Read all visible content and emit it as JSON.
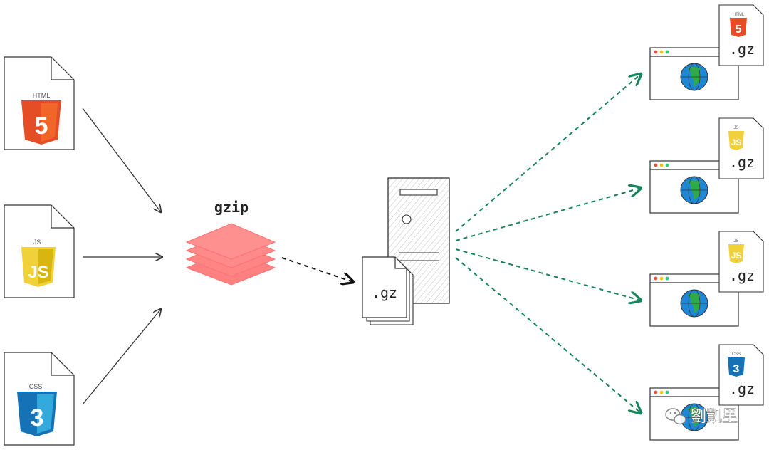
{
  "colors": {
    "html5": "#e44d26",
    "html5_light": "#f16529",
    "js": "#f0d13a",
    "js_dark": "#d9b50f",
    "css3": "#1572b6",
    "css3_light": "#33a9dc",
    "layers": "#ff8080",
    "arrow_green": "#15845a",
    "globe_blue": "#1e88d6",
    "globe_green": "#2faa46"
  },
  "sources": [
    {
      "id": "html",
      "label": "HTML",
      "glyph": "5"
    },
    {
      "id": "js",
      "label": "JS",
      "glyph": "JS"
    },
    {
      "id": "css",
      "label": "CSS",
      "glyph": "3"
    }
  ],
  "compress": {
    "label": "gzip"
  },
  "server_file": {
    "label": ".gz"
  },
  "clients": [
    {
      "badge": "HTML",
      "ext": ".gz",
      "kind": "html"
    },
    {
      "badge": "JS",
      "ext": ".gz",
      "kind": "js"
    },
    {
      "badge": "JS",
      "ext": ".gz",
      "kind": "js"
    },
    {
      "badge": "CSS",
      "ext": ".gz",
      "kind": "css"
    }
  ],
  "watermark": {
    "text": "劉凱里",
    "icon": "wechat-icon"
  }
}
